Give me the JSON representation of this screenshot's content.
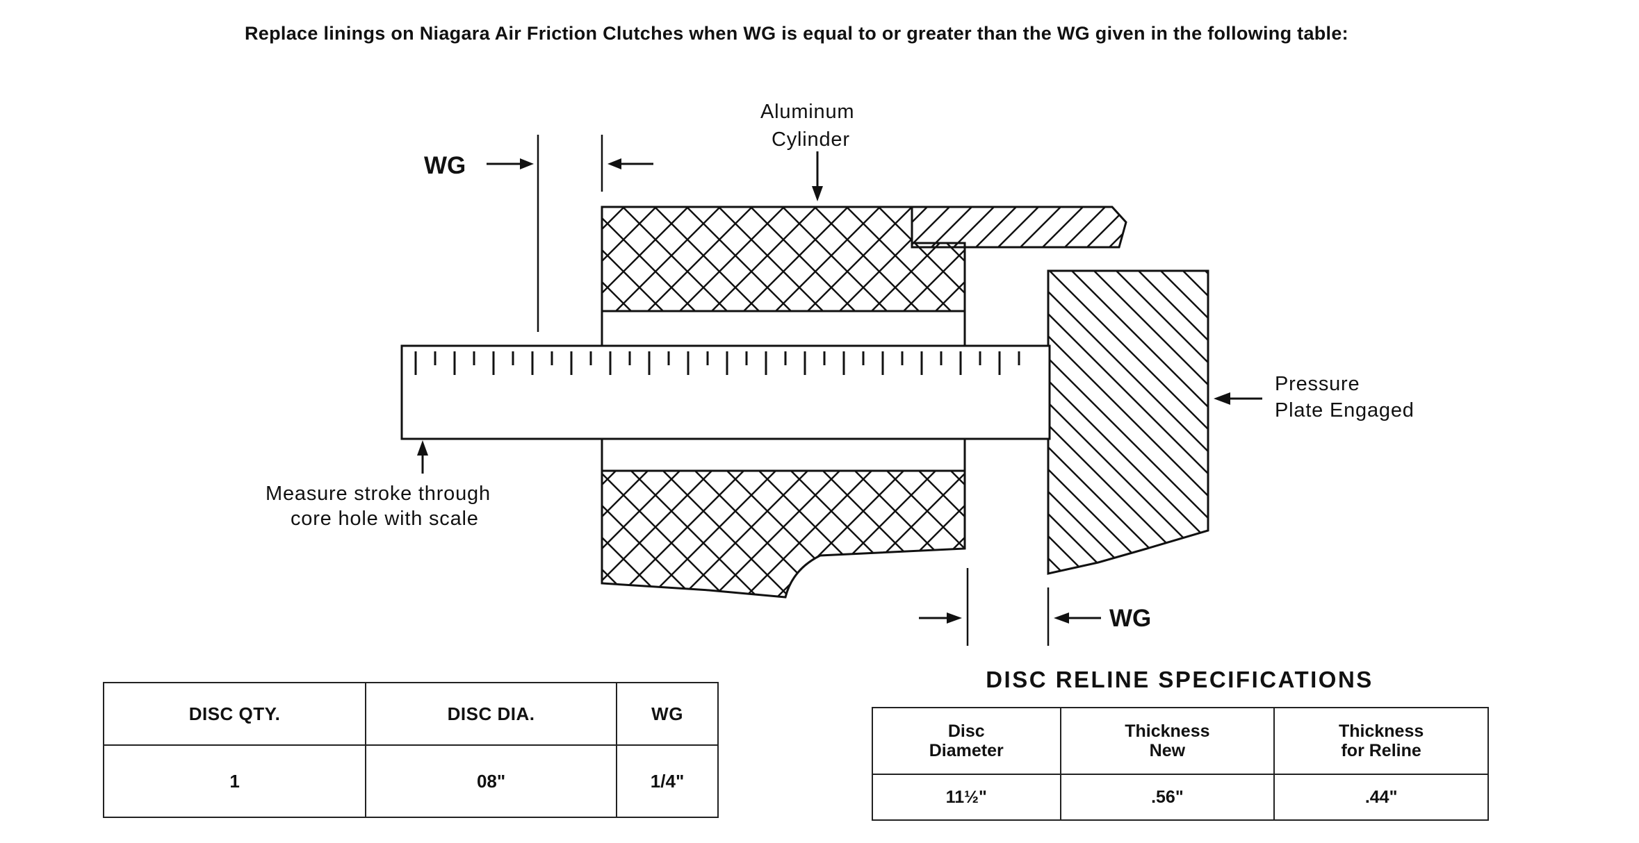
{
  "intro": {
    "text": "Replace linings on Niagara Air Friction Clutches when WG is equal to or greater than the WG given in the following table:"
  },
  "diagram": {
    "cylinder_label_1": "Aluminum",
    "cylinder_label_2": "Cylinder",
    "wg_top": "WG",
    "wg_bottom": "WG",
    "pressure_label_1": "Pressure",
    "pressure_label_2": "Plate Engaged",
    "measure_label_1": "Measure stroke through",
    "measure_label_2": "core hole with scale"
  },
  "wg_table": {
    "headers": [
      "DISC QTY.",
      "DISC DIA.",
      "WG"
    ],
    "rows": [
      [
        "1",
        "08\"",
        "1/4\""
      ]
    ]
  },
  "reline": {
    "title": "DISC RELINE SPECIFICATIONS",
    "headers": [
      [
        "Disc",
        "Diameter"
      ],
      [
        "Thickness",
        "New"
      ],
      [
        "Thickness",
        "for Reline"
      ]
    ],
    "rows": [
      [
        "11½\"",
        ".56\"",
        ".44\""
      ]
    ]
  }
}
